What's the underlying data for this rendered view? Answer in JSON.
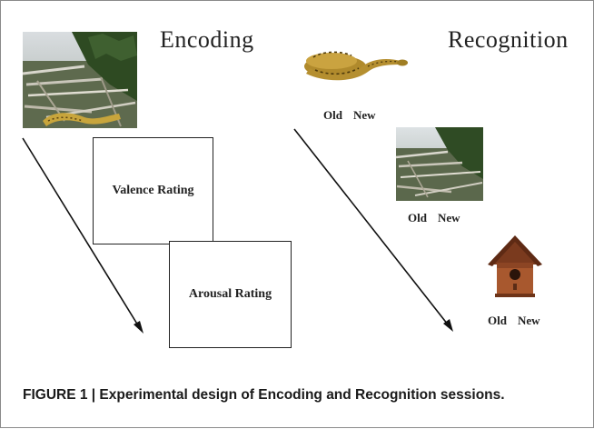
{
  "encoding": {
    "title": "Encoding",
    "valence_label": "Valence Rating",
    "arousal_label": "Arousal Rating"
  },
  "recognition": {
    "title": "Recognition",
    "trials": [
      {
        "stimulus": "snake-image",
        "old_label": "Old",
        "new_label": "New"
      },
      {
        "stimulus": "scene-image",
        "old_label": "Old",
        "new_label": "New"
      },
      {
        "stimulus": "birdhouse-image",
        "old_label": "Old",
        "new_label": "New"
      }
    ]
  },
  "caption": "FIGURE 1 | Experimental design of Encoding and Recognition sessions."
}
